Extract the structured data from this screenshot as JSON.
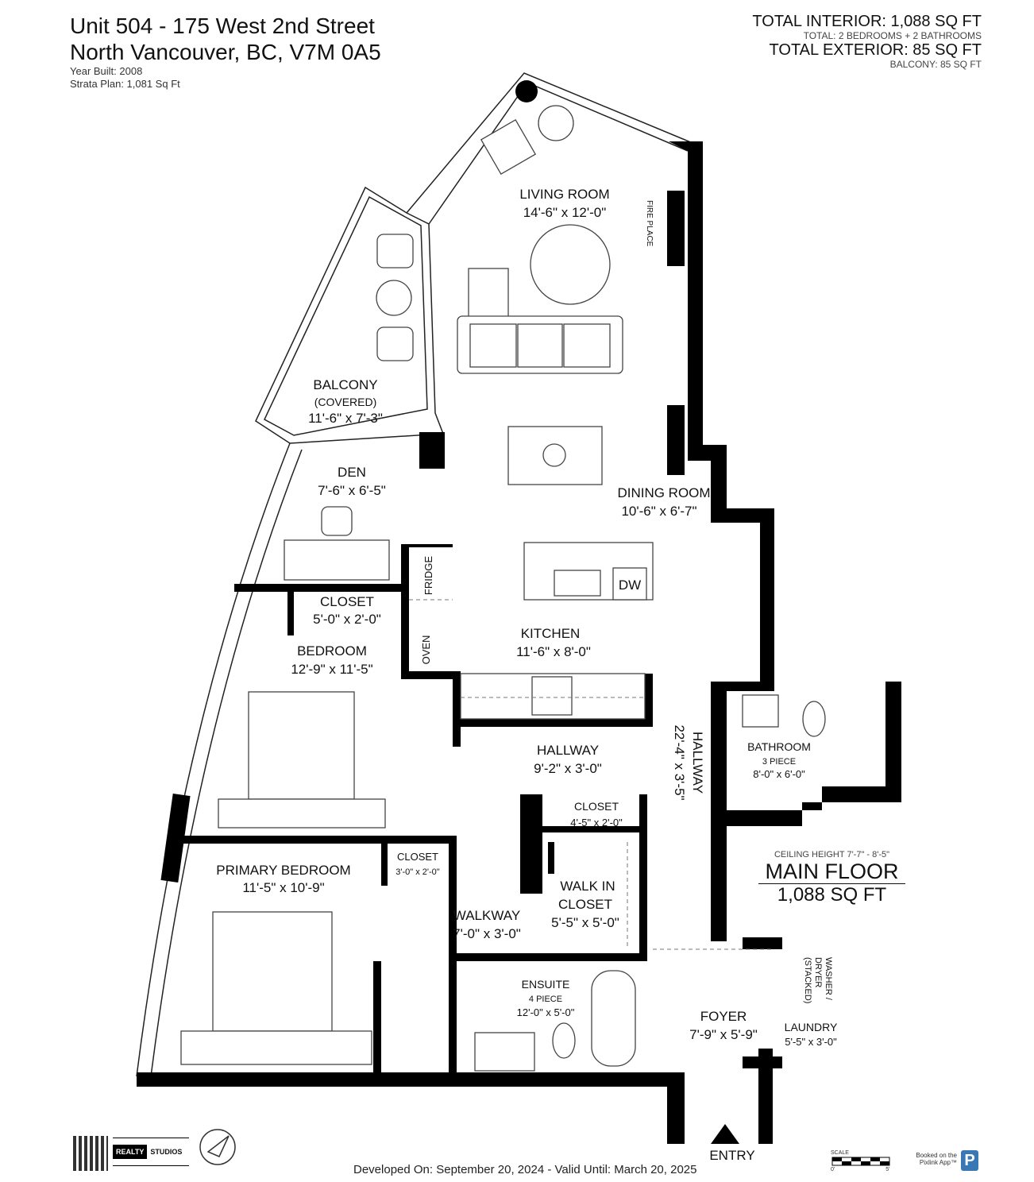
{
  "header": {
    "address_line1": "Unit 504 - 175 West 2nd Street",
    "address_line2": "North Vancouver, BC, V7M 0A5",
    "year_built": "Year Built: 2008",
    "strata_plan": "Strata Plan: 1,081 Sq Ft"
  },
  "totals": {
    "interior": "TOTAL INTERIOR: 1,088 SQ FT",
    "interior_detail": "TOTAL: 2 BEDROOMS + 2 BATHROOMS",
    "exterior": "TOTAL EXTERIOR: 85 SQ FT",
    "exterior_detail": "BALCONY: 85 SQ FT"
  },
  "rooms": {
    "living": {
      "name": "LIVING ROOM",
      "dims": "14'-6\" x 12'-0\""
    },
    "fireplace": "FIRE PLACE",
    "balcony": {
      "name": "BALCONY",
      "note": "(COVERED)",
      "dims": "11'-6\" x 7'-3\""
    },
    "den": {
      "name": "DEN",
      "dims": "7'-6\" x 6'-5\""
    },
    "dining": {
      "name": "DINING ROOM",
      "dims": "10'-6\" x 6'-7\""
    },
    "dw": "DW",
    "fridge": "FRIDGE",
    "oven": "OVEN",
    "closet1": {
      "name": "CLOSET",
      "dims": "5'-0\" x 2'-0\""
    },
    "bedroom": {
      "name": "BEDROOM",
      "dims": "12'-9\" x 11'-5\""
    },
    "kitchen": {
      "name": "KITCHEN",
      "dims": "11'-6\" x 8'-0\""
    },
    "hallway1": {
      "name": "HALLWAY",
      "dims": "9'-2\" x 3'-0\""
    },
    "hallway2": {
      "name": "HALLWAY",
      "dims": "22'-4\" x 3'-5\""
    },
    "bathroom": {
      "name": "BATHROOM",
      "note": "3 PIECE",
      "dims": "8'-0\" x 6'-0\""
    },
    "closet2": {
      "name": "CLOSET",
      "dims": "4'-5\" x 2'-0\""
    },
    "primary": {
      "name": "PRIMARY BEDROOM",
      "dims": "11'-5\" x 10'-9\""
    },
    "closet3": {
      "name": "CLOSET",
      "dims": "3'-0\" x 2'-0\""
    },
    "walkway": {
      "name": "WALKWAY",
      "dims": "7'-0\" x 3'-0\""
    },
    "walkin": {
      "name1": "WALK IN",
      "name2": "CLOSET",
      "dims": "5'-5\" x 5'-0\""
    },
    "ensuite": {
      "name": "ENSUITE",
      "note": "4 PIECE",
      "dims": "12'-0\" x 5'-0\""
    },
    "foyer": {
      "name": "FOYER",
      "dims": "7'-9\" x 5'-9\""
    },
    "washer": {
      "l1": "WASHER /",
      "l2": "DRYER",
      "l3": "(STACKED)"
    },
    "laundry": {
      "name": "LAUNDRY",
      "dims": "5'-5\" x 3'-0\""
    },
    "entry": "ENTRY"
  },
  "main_floor": {
    "ceiling": "CEILING HEIGHT 7'-7\" - 8'-5\"",
    "name": "MAIN FLOOR",
    "area": "1,088 SQ FT"
  },
  "footer": {
    "developed": "Developed On: September 20, 2024 - Valid Until: March 20, 2025",
    "logo_left": "REALTY",
    "logo_right": "STUDIOS",
    "scale": "SCALE",
    "scale_min": "0'",
    "scale_max": "5'",
    "booked": "Booked on the Pixlink App™",
    "pixlink_letter": "P"
  }
}
